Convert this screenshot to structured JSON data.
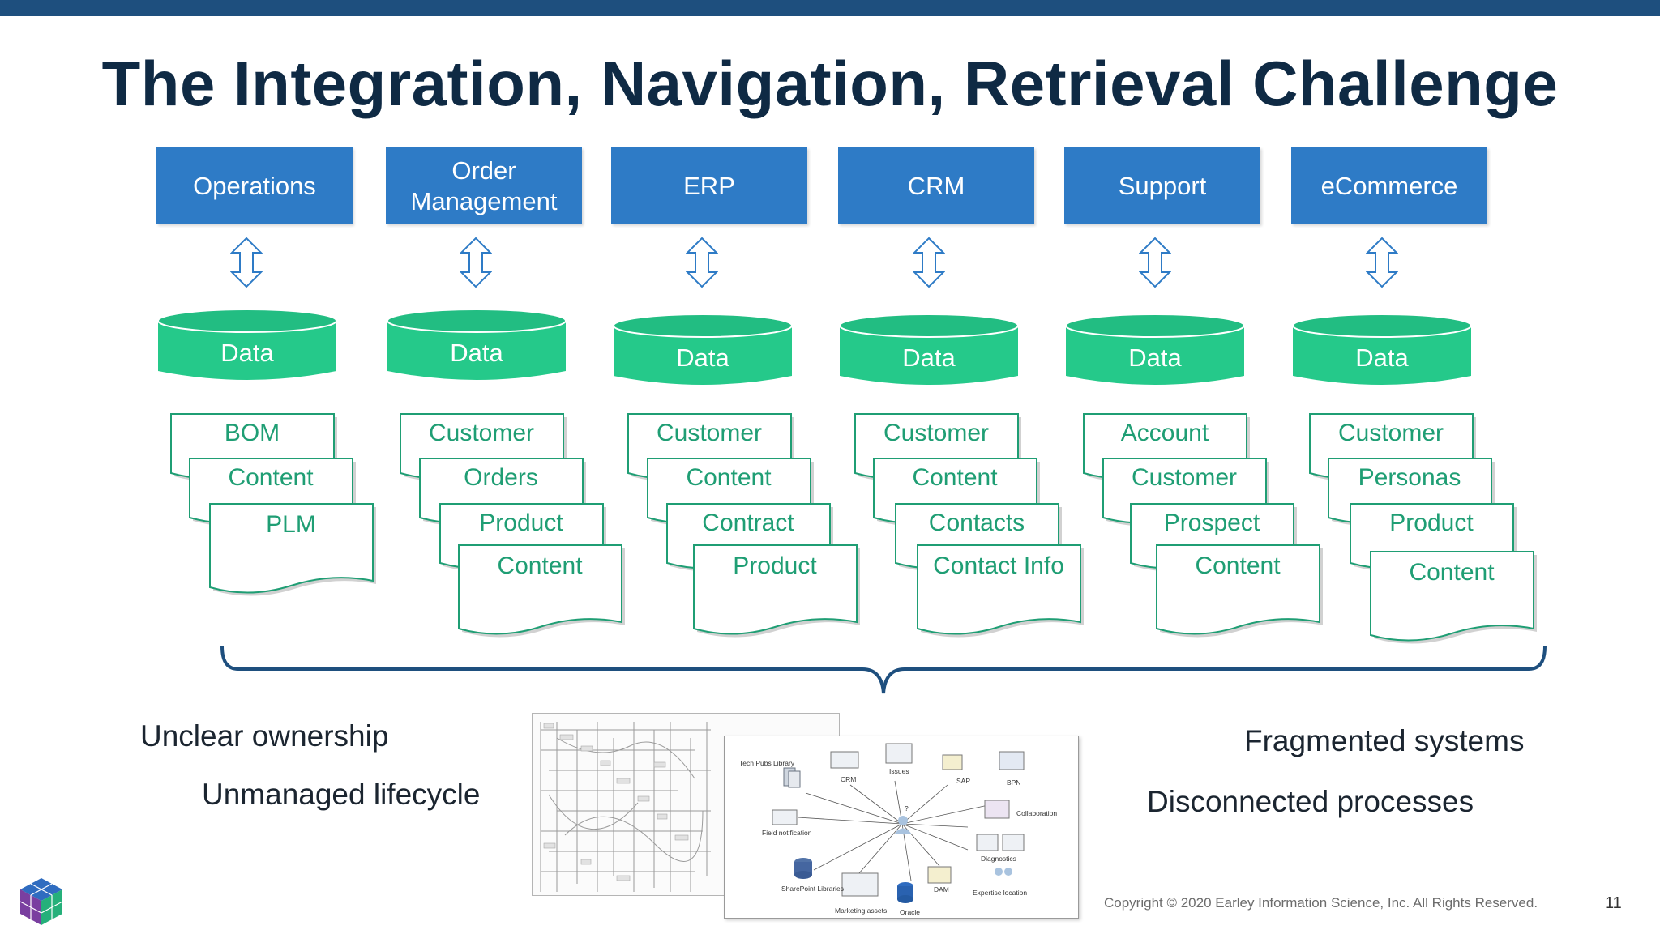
{
  "title": "The Integration, Navigation, Retrieval Challenge",
  "colors": {
    "header_bar": "#1e4f7e",
    "system_box": "#2e7bc6",
    "data_cylinder": "#25c98a",
    "document_text": "#1f9e74",
    "brace": "#1e4f7e"
  },
  "columns": [
    {
      "system": "Operations",
      "data": "Data",
      "docs": [
        "BOM",
        "Content",
        "PLM"
      ]
    },
    {
      "system": "Order Management",
      "data": "Data",
      "docs": [
        "Customer",
        "Orders",
        "Product",
        "Content"
      ]
    },
    {
      "system": "ERP",
      "data": "Data",
      "docs": [
        "Customer",
        "Content",
        "Contract",
        "Product"
      ]
    },
    {
      "system": "CRM",
      "data": "Data",
      "docs": [
        "Customer",
        "Content",
        "Contacts",
        "Contact Info"
      ]
    },
    {
      "system": "Support",
      "data": "Data",
      "docs": [
        "Account",
        "Customer",
        "Prospect",
        "Content"
      ]
    },
    {
      "system": "eCommerce",
      "data": "Data",
      "docs": [
        "Customer",
        "Personas",
        "Product",
        "Content"
      ]
    }
  ],
  "challenges": {
    "left": [
      "Unclear ownership",
      "Unmanaged lifecycle"
    ],
    "right": [
      "Fragmented systems",
      "Disconnected processes"
    ]
  },
  "diagram": {
    "labels": [
      "Tech Pubs Library",
      "CRM",
      "Issues",
      "SAP",
      "BPN",
      "Collaboration",
      "Field notification",
      "Diagnostics",
      "Expertise location",
      "SharePoint Libraries",
      "Marketing assets",
      "Oracle",
      "DAM",
      "?"
    ]
  },
  "footer": {
    "copyright": "Copyright © 2020 Earley Information Science, Inc.  All Rights Reserved.",
    "page_number": "11"
  }
}
